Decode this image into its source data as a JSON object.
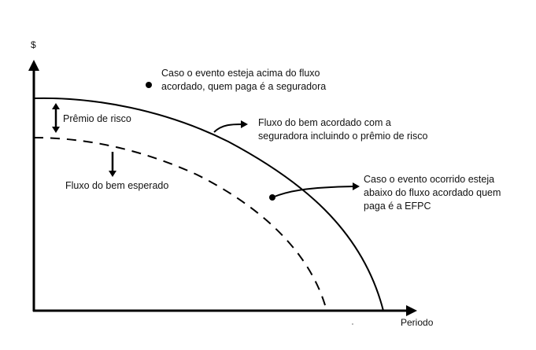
{
  "diagram": {
    "axes": {
      "y_label": "$",
      "x_label": "Periodo"
    },
    "curves": [
      {
        "name": "agreed-flow",
        "style": "solid",
        "description": "Fluxo do bem acordado com a seguradora incluindo o prêmio de risco"
      },
      {
        "name": "expected-flow",
        "style": "dashed",
        "description": "Fluxo do bem esperado"
      }
    ],
    "annotations": {
      "above_flow": {
        "line1": "Caso o evento esteja acima do fluxo",
        "line2": "acordado, quem paga é a seguradora"
      },
      "agreed_flow": {
        "line1": "Fluxo do bem acordado com a",
        "line2": "seguradora incluindo o prêmio de risco"
      },
      "below_flow": {
        "line1": "Caso o evento ocorrido esteja",
        "line2": "abaixo do fluxo acordado quem",
        "line3": "paga é a EFPC"
      },
      "risk_premium": "Prêmio de risco",
      "expected_flow": "Fluxo do bem esperado"
    },
    "colors": {
      "stroke": "#000000",
      "background": "#ffffff"
    }
  }
}
